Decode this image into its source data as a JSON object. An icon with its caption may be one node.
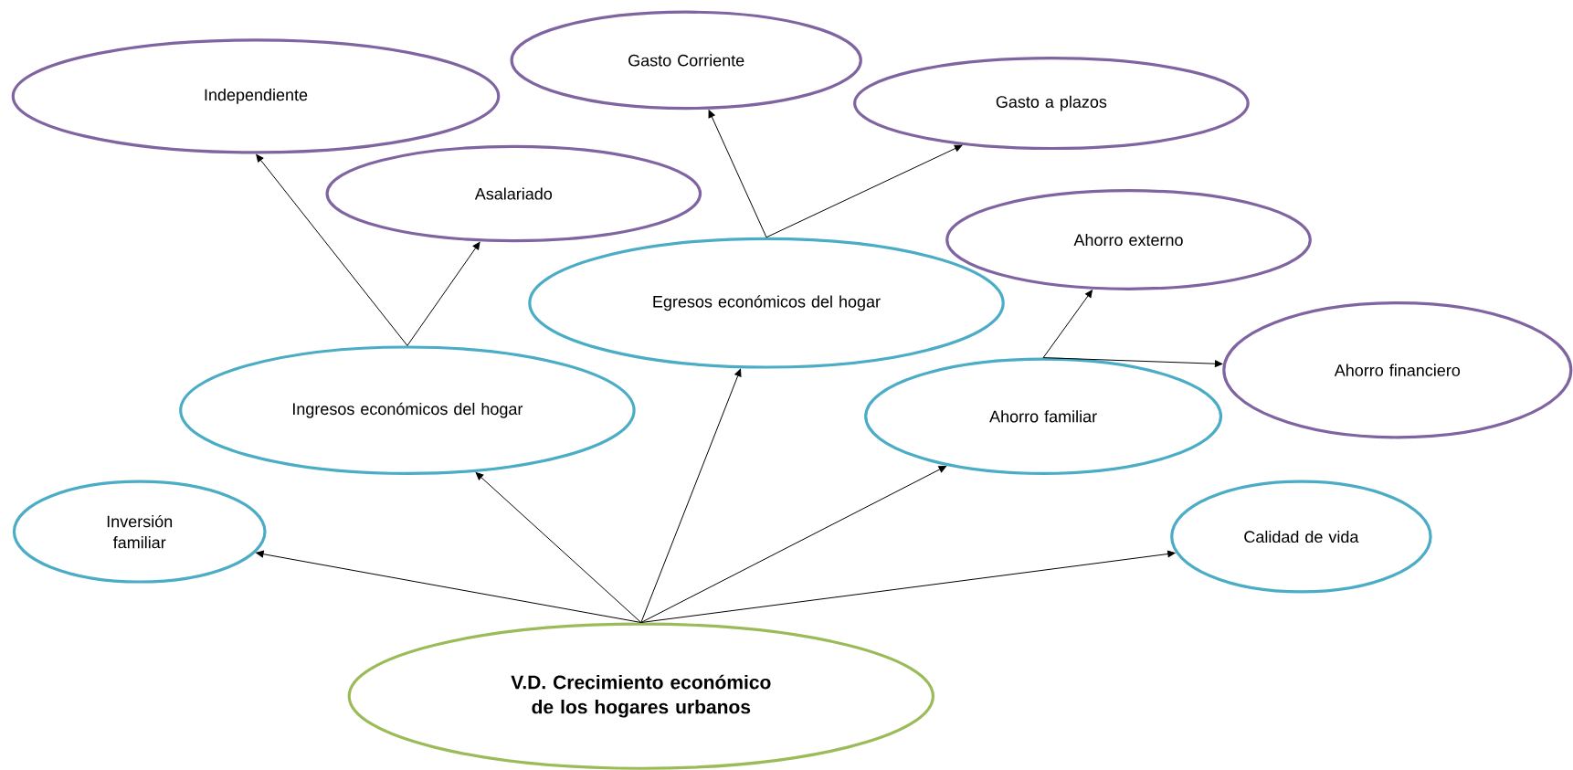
{
  "diagram": {
    "nodes": [
      {
        "text": [
          "Gasto Corriente"
        ]
      },
      {
        "text": [
          "Independiente"
        ]
      },
      {
        "text": [
          "Gasto a plazos"
        ]
      },
      {
        "text": [
          "Asalariado"
        ]
      },
      {
        "text": [
          "Ahorro externo"
        ]
      },
      {
        "text": [
          "Egresos económicos del hogar"
        ]
      },
      {
        "text": [
          "Ahorro financiero"
        ]
      },
      {
        "text": [
          "Ingresos económicos del hogar"
        ]
      },
      {
        "text": [
          "Ahorro familiar"
        ]
      },
      {
        "text": [
          "Inversión familiar"
        ]
      },
      {
        "text": [
          "Calidad de vida"
        ]
      },
      {
        "text": [
          "V.D. Crecimiento económico de los hogares urbanos"
        ]
      }
    ],
    "edges": [
      {
        "from": 11,
        "to": 9,
        "arrow": "to"
      },
      {
        "from": 11,
        "to": 7,
        "arrow": "to"
      },
      {
        "from": 11,
        "to": 5,
        "arrow": "to"
      },
      {
        "from": 11,
        "to": 8,
        "arrow": "to"
      },
      {
        "from": 11,
        "to": 10,
        "arrow": "to"
      },
      {
        "from": 7,
        "to": 1,
        "arrow": "to"
      },
      {
        "from": 7,
        "to": 3,
        "arrow": "to"
      },
      {
        "from": 5,
        "to": 0,
        "arrow": "to"
      },
      {
        "from": 5,
        "to": 2,
        "arrow": "to"
      },
      {
        "from": 8,
        "to": 4,
        "arrow": "to"
      },
      {
        "from": 8,
        "to": 6,
        "arrow": "to"
      }
    ]
  }
}
